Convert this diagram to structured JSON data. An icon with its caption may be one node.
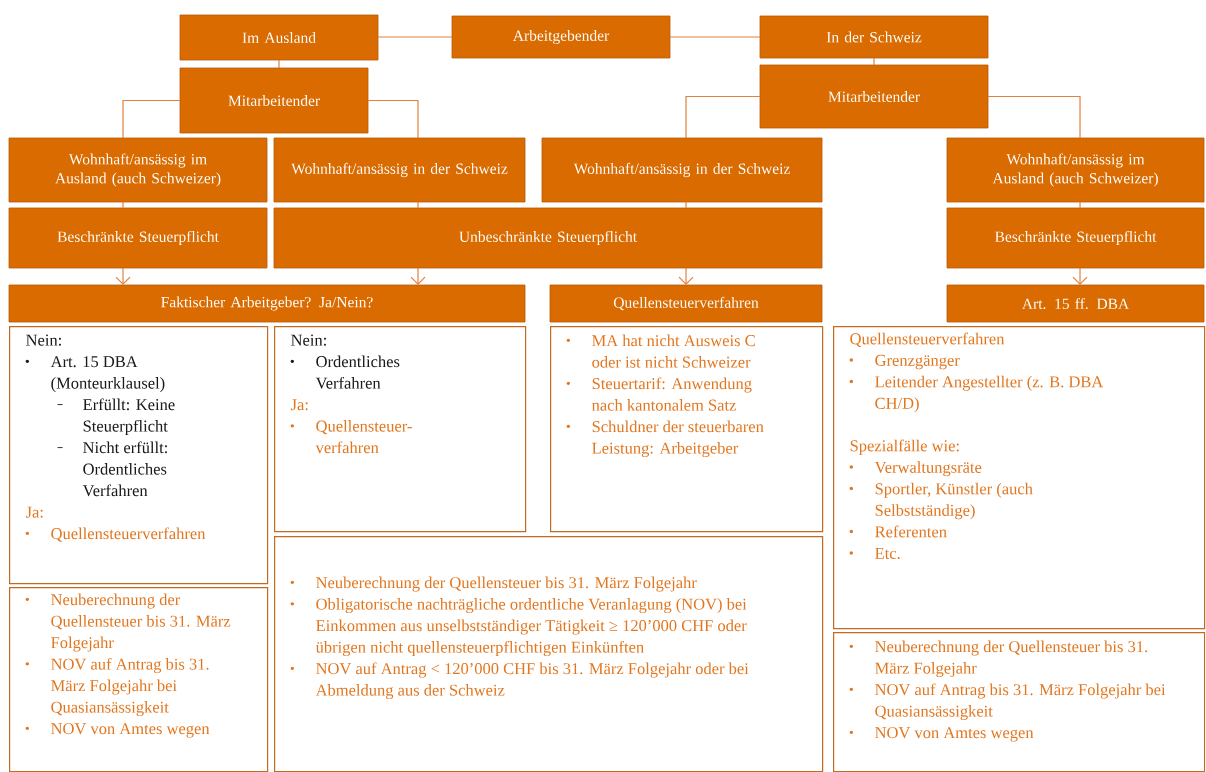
{
  "diagram": {
    "nodes": [
      {
        "text": [
          "Arbeitgebender"
        ]
      },
      {
        "text": [
          "Im Ausland"
        ]
      },
      {
        "text": [
          "In der Schweiz"
        ]
      },
      {
        "text": [
          "Mitarbeitender"
        ]
      },
      {
        "text": [
          "Mitarbeitender"
        ]
      },
      {
        "text": [
          "Wohnhaft/ansässig im Ausland (auch Schweizer)"
        ]
      },
      {
        "text": [
          "Wohnhaft/ansässig in der Schweiz"
        ]
      },
      {
        "text": [
          "Wohnhaft/ansässig in der Schweiz"
        ]
      },
      {
        "text": [
          "Wohnhaft/ansässig im Ausland (auch Schweizer)"
        ]
      },
      {
        "text": [
          "Beschränkte Steuerpflicht"
        ]
      },
      {
        "text": [
          "Unbeschränkte Steuerpflicht"
        ]
      },
      {
        "text": [
          "Beschränkte Steuerpflicht"
        ]
      },
      {
        "text": [
          "Faktischer Arbeitgeber? Ja/Nein?"
        ]
      },
      {
        "text": [
          "Quellensteuerverfahren"
        ]
      },
      {
        "text": [
          "Art. 15 ff. DBA"
        ]
      },
      {
        "text": [
          "Nein:",
          "Art. 15 DBA (Monteurklausel)",
          "Erfüllt: Keine Steuerpflicht",
          "Nicht erfüllt: Ordentliches Verfahren",
          "Ja:",
          "Quellensteuerverfahren"
        ]
      },
      {
        "text": [
          "Nein:",
          "Ordentliches Verfahren",
          "Ja:",
          "Quellensteuer-verfahren"
        ]
      },
      {
        "text": [
          "MA hat nicht Ausweis C oder ist nicht Schweizer",
          "Steuertarif: Anwendung nach kantonalem Satz",
          "Schuldner der steuerbaren Leistung: Arbeitgeber"
        ]
      },
      {
        "text": [
          "Quellensteuerverfahren",
          "Grenzgänger",
          "Leitender Angestellter (z. B. DBA CH/D)",
          "Spezialfälle wie:",
          "Verwaltungsräte",
          "Sportler, Künstler (auch Selbstständige)",
          "Referenten",
          "Etc."
        ]
      },
      {
        "text": [
          "Neuberechnung der Quellensteuer bis 31. März Folgejahr",
          "NOV auf Antrag bis 31. März Folgejahr bei Quasiansässigkeit",
          "NOV von Amtes wegen"
        ]
      },
      {
        "text": [
          "Neuberechnung der Quellensteuer bis 31. März Folgejahr",
          "Obligatorische nachträgliche ordentliche Veranlagung (NOV) bei Einkommen aus unselbstständiger Tätigkeit ≥ 120’000 CHF oder übrigen nicht quellensteuerpflichtigen Einkünften",
          "NOV auf Antrag < 120’000 CHF bis 31. März Folgejahr oder bei Abmeldung aus der Schweiz"
        ]
      },
      {
        "text": [
          "Neuberechnung der Quellensteuer bis 31. März Folgejahr",
          "NOV auf Antrag bis 31. März Folgejahr bei Quasiansässigkeit",
          "NOV von Amtes wegen"
        ]
      }
    ],
    "edges": [
      {
        "from": 1,
        "to": 0,
        "arrow": "none"
      },
      {
        "from": 0,
        "to": 2,
        "arrow": "none"
      },
      {
        "from": 1,
        "to": 3,
        "arrow": "none"
      },
      {
        "from": 2,
        "to": 4,
        "arrow": "none"
      },
      {
        "from": 3,
        "to": 5,
        "arrow": "none"
      },
      {
        "from": 3,
        "to": 6,
        "arrow": "none"
      },
      {
        "from": 4,
        "to": 7,
        "arrow": "none"
      },
      {
        "from": 4,
        "to": 8,
        "arrow": "none"
      },
      {
        "from": 5,
        "to": 9,
        "arrow": "none"
      },
      {
        "from": 6,
        "to": 10,
        "arrow": "none"
      },
      {
        "from": 7,
        "to": 10,
        "arrow": "none"
      },
      {
        "from": 8,
        "to": 11,
        "arrow": "none"
      },
      {
        "from": 9,
        "to": 12,
        "arrow": "to"
      },
      {
        "from": 10,
        "to": 12,
        "arrow": "to"
      },
      {
        "from": 10,
        "to": 13,
        "arrow": "to"
      },
      {
        "from": 11,
        "to": 14,
        "arrow": "to"
      }
    ]
  }
}
